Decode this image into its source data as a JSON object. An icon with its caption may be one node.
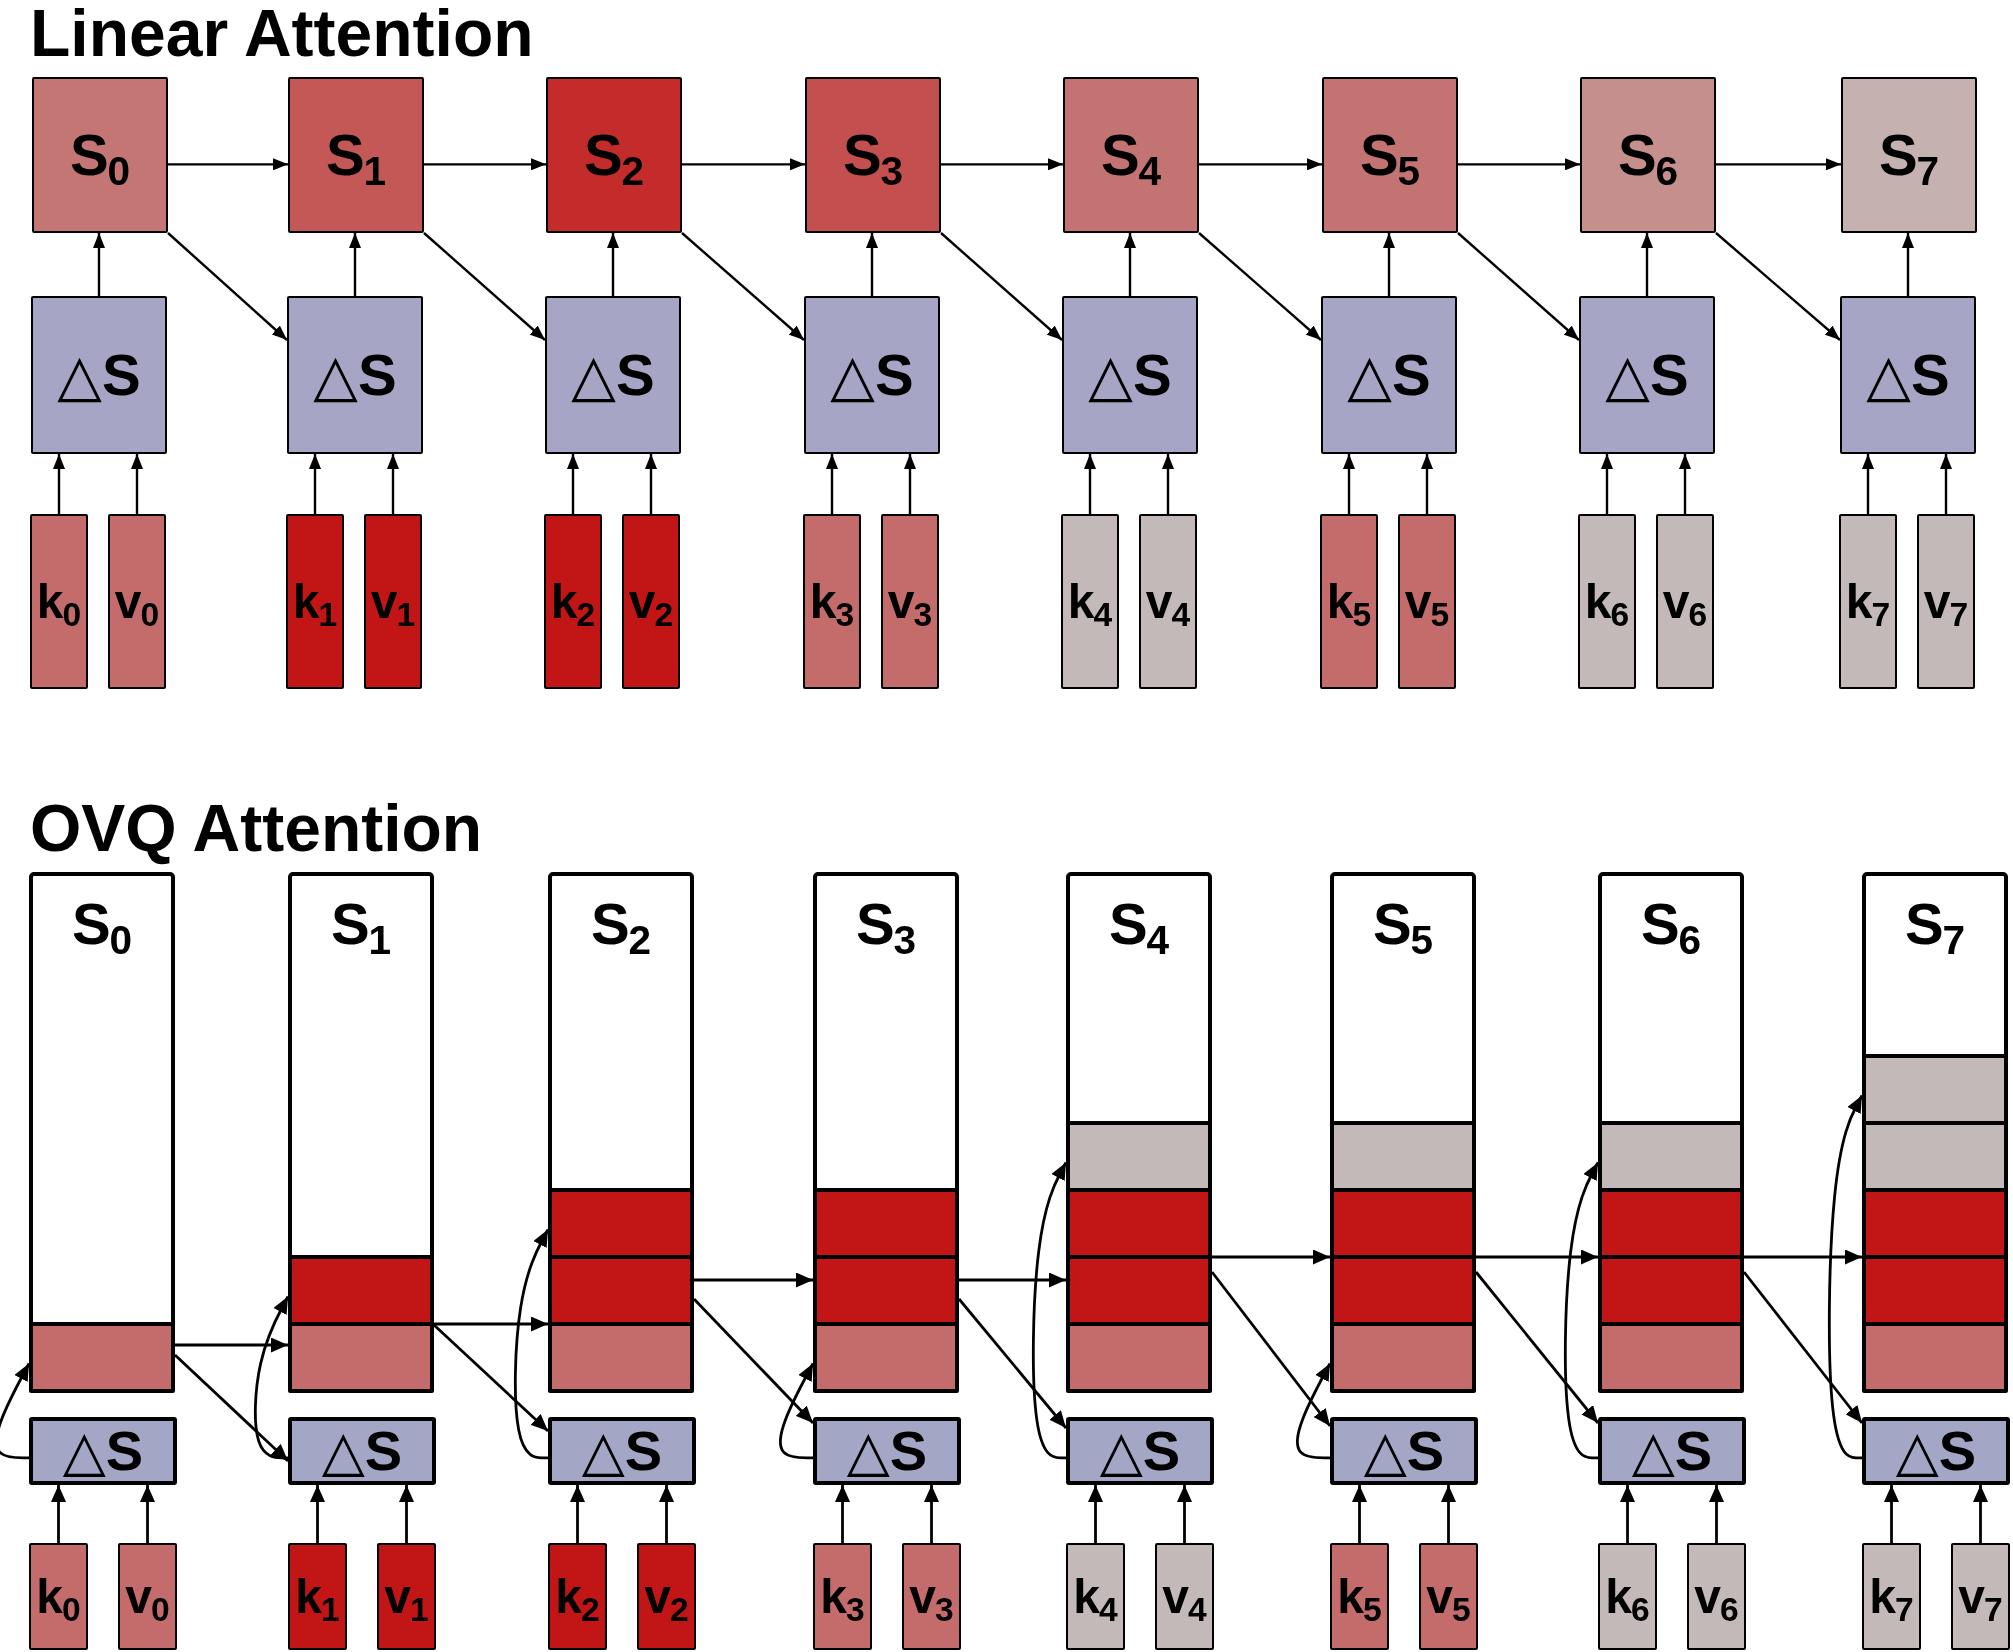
{
  "diagram": {
    "nodes": [
      {
        "text": [
          "S$_{0}$"
        ]
      },
      {
        "text": [
          "S$_{1}$"
        ]
      },
      {
        "text": [
          "S$_{2}$"
        ]
      },
      {
        "text": [
          "S$_{3}$"
        ]
      },
      {
        "text": [
          "S$_{4}$"
        ]
      },
      {
        "text": [
          "S$_{5}$"
        ]
      },
      {
        "text": [
          "S$_{6}$"
        ]
      },
      {
        "text": [
          "S$_{7}$"
        ]
      },
      {
        "text": [
          "△S"
        ]
      },
      {
        "text": [
          "△S"
        ]
      },
      {
        "text": [
          "△S"
        ]
      },
      {
        "text": [
          "△S"
        ]
      },
      {
        "text": [
          "△S"
        ]
      },
      {
        "text": [
          "△S"
        ]
      },
      {
        "text": [
          "△S"
        ]
      },
      {
        "text": [
          "△S"
        ]
      },
      {
        "text": [
          "k$_{0}$"
        ]
      },
      {
        "text": [
          "v$_{0}$"
        ]
      },
      {
        "text": [
          "k$_{1}$"
        ]
      },
      {
        "text": [
          "v$_{1}$"
        ]
      },
      {
        "text": [
          "k$_{2}$"
        ]
      },
      {
        "text": [
          "v$_{2}$"
        ]
      },
      {
        "text": [
          "k$_{3}$"
        ]
      },
      {
        "text": [
          "v$_{3}$"
        ]
      },
      {
        "text": [
          "k$_{4}$"
        ]
      },
      {
        "text": [
          "v$_{4}$"
        ]
      },
      {
        "text": [
          "k$_{5}$"
        ]
      },
      {
        "text": [
          "v$_{5}$"
        ]
      },
      {
        "text": [
          "k$_{6}$"
        ]
      },
      {
        "text": [
          "v$_{6}$"
        ]
      },
      {
        "text": [
          "k$_{7}$"
        ]
      },
      {
        "text": [
          "v$_{7}$"
        ]
      },
      {
        "text": [
          "S$_{0}$"
        ]
      },
      {
        "text": [
          "S$_{1}$"
        ]
      },
      {
        "text": [
          "S$_{2}$"
        ]
      },
      {
        "text": [
          "S$_{3}$"
        ]
      },
      {
        "text": [
          "S$_{4}$"
        ]
      },
      {
        "text": [
          "S$_{5}$"
        ]
      },
      {
        "text": [
          "S$_{6}$"
        ]
      },
      {
        "text": [
          "S$_{7}$"
        ]
      },
      {
        "text": [],
        "shape": "box",
        "in": 32
      },
      {
        "text": [],
        "shape": "box",
        "in": 33
      },
      {
        "text": [],
        "shape": "box",
        "in": 33
      },
      {
        "text": [],
        "shape": "box",
        "in": 34
      },
      {
        "text": [],
        "shape": "box",
        "in": 34
      },
      {
        "text": [],
        "shape": "box",
        "in": 34
      },
      {
        "text": [],
        "shape": "box",
        "in": 35
      },
      {
        "text": [],
        "shape": "box",
        "in": 35
      },
      {
        "text": [],
        "shape": "box",
        "in": 35
      },
      {
        "text": [],
        "shape": "box",
        "in": 36
      },
      {
        "text": [],
        "shape": "box",
        "in": 36
      },
      {
        "text": [],
        "shape": "box",
        "in": 36
      },
      {
        "text": [],
        "shape": "box",
        "in": 36
      },
      {
        "text": [],
        "shape": "box",
        "in": 37
      },
      {
        "text": [],
        "shape": "box",
        "in": 37
      },
      {
        "text": [],
        "shape": "box",
        "in": 37
      },
      {
        "text": [],
        "shape": "box",
        "in": 37
      },
      {
        "text": [],
        "shape": "box",
        "in": 38
      },
      {
        "text": [],
        "shape": "box",
        "in": 38
      },
      {
        "text": [],
        "shape": "box",
        "in": 38
      },
      {
        "text": [],
        "shape": "box",
        "in": 38
      },
      {
        "text": [],
        "shape": "box",
        "in": 39
      },
      {
        "text": [],
        "shape": "box",
        "in": 39
      },
      {
        "text": [],
        "shape": "box",
        "in": 39
      },
      {
        "text": [],
        "shape": "box",
        "in": 39
      },
      {
        "text": [],
        "shape": "box",
        "in": 39
      },
      {
        "text": [
          "△S"
        ]
      },
      {
        "text": [
          "△S"
        ]
      },
      {
        "text": [
          "△S"
        ]
      },
      {
        "text": [
          "△S"
        ]
      },
      {
        "text": [
          "△S"
        ]
      },
      {
        "text": [
          "△S"
        ]
      },
      {
        "text": [
          "△S"
        ]
      },
      {
        "text": [
          "△S"
        ]
      },
      {
        "text": [
          "k$_{0}$"
        ]
      },
      {
        "text": [
          "v$_{0}$"
        ]
      },
      {
        "text": [
          "k$_{1}$"
        ]
      },
      {
        "text": [
          "v$_{1}$"
        ]
      },
      {
        "text": [
          "k$_{2}$"
        ]
      },
      {
        "text": [
          "v$_{2}$"
        ]
      },
      {
        "text": [
          "k$_{3}$"
        ]
      },
      {
        "text": [
          "v$_{3}$"
        ]
      },
      {
        "text": [
          "k$_{4}$"
        ]
      },
      {
        "text": [
          "v$_{4}$"
        ]
      },
      {
        "text": [
          "k$_{5}$"
        ]
      },
      {
        "text": [
          "v$_{5}$"
        ]
      },
      {
        "text": [
          "k$_{6}$"
        ]
      },
      {
        "text": [
          "v$_{6}$"
        ]
      },
      {
        "text": [
          "k$_{7}$"
        ]
      },
      {
        "text": [
          "v$_{7}$"
        ]
      }
    ],
    "edges": [
      {
        "from": 0,
        "to": 1,
        "arrow": "to"
      },
      {
        "from": 1,
        "to": 2,
        "arrow": "to"
      },
      {
        "from": 2,
        "to": 3,
        "arrow": "to"
      },
      {
        "from": 3,
        "to": 4,
        "arrow": "to"
      },
      {
        "from": 4,
        "to": 5,
        "arrow": "to"
      },
      {
        "from": 5,
        "to": 6,
        "arrow": "to"
      },
      {
        "from": 6,
        "to": 7,
        "arrow": "to"
      },
      {
        "from": 0,
        "to": 9,
        "arrow": "to"
      },
      {
        "from": 1,
        "to": 10,
        "arrow": "to"
      },
      {
        "from": 2,
        "to": 11,
        "arrow": "to"
      },
      {
        "from": 3,
        "to": 12,
        "arrow": "to"
      },
      {
        "from": 4,
        "to": 13,
        "arrow": "to"
      },
      {
        "from": 5,
        "to": 14,
        "arrow": "to"
      },
      {
        "from": 6,
        "to": 15,
        "arrow": "to"
      },
      {
        "from": 8,
        "to": 0,
        "arrow": "to"
      },
      {
        "from": 9,
        "to": 1,
        "arrow": "to"
      },
      {
        "from": 10,
        "to": 2,
        "arrow": "to"
      },
      {
        "from": 11,
        "to": 3,
        "arrow": "to"
      },
      {
        "from": 12,
        "to": 4,
        "arrow": "to"
      },
      {
        "from": 13,
        "to": 5,
        "arrow": "to"
      },
      {
        "from": 14,
        "to": 6,
        "arrow": "to"
      },
      {
        "from": 15,
        "to": 7,
        "arrow": "to"
      },
      {
        "from": 16,
        "to": 8,
        "arrow": "to"
      },
      {
        "from": 17,
        "to": 8,
        "arrow": "to"
      },
      {
        "from": 18,
        "to": 9,
        "arrow": "to"
      },
      {
        "from": 19,
        "to": 9,
        "arrow": "to"
      },
      {
        "from": 20,
        "to": 10,
        "arrow": "to"
      },
      {
        "from": 21,
        "to": 10,
        "arrow": "to"
      },
      {
        "from": 22,
        "to": 11,
        "arrow": "to"
      },
      {
        "from": 23,
        "to": 11,
        "arrow": "to"
      },
      {
        "from": 24,
        "to": 12,
        "arrow": "to"
      },
      {
        "from": 25,
        "to": 12,
        "arrow": "to"
      },
      {
        "from": 26,
        "to": 13,
        "arrow": "to"
      },
      {
        "from": 27,
        "to": 13,
        "arrow": "to"
      },
      {
        "from": 28,
        "to": 14,
        "arrow": "to"
      },
      {
        "from": 29,
        "to": 14,
        "arrow": "to"
      },
      {
        "from": 30,
        "to": 15,
        "arrow": "to"
      },
      {
        "from": 31,
        "to": 15,
        "arrow": "to"
      },
      {
        "from": 32,
        "to": 33,
        "arrow": "to"
      },
      {
        "from": 33,
        "to": 34,
        "arrow": "to"
      },
      {
        "from": 34,
        "to": 35,
        "arrow": "to"
      },
      {
        "from": 35,
        "to": 36,
        "arrow": "to"
      },
      {
        "from": 36,
        "to": 37,
        "arrow": "to"
      },
      {
        "from": 37,
        "to": 38,
        "arrow": "to"
      },
      {
        "from": 38,
        "to": 39,
        "arrow": "to"
      },
      {
        "from": 32,
        "to": 67,
        "arrow": "to"
      },
      {
        "from": 33,
        "to": 68,
        "arrow": "to"
      },
      {
        "from": 34,
        "to": 69,
        "arrow": "to"
      },
      {
        "from": 35,
        "to": 70,
        "arrow": "to"
      },
      {
        "from": 36,
        "to": 71,
        "arrow": "to"
      },
      {
        "from": 37,
        "to": 72,
        "arrow": "to"
      },
      {
        "from": 38,
        "to": 73,
        "arrow": "to"
      },
      {
        "from": 66,
        "to": 40,
        "arrow": "to"
      },
      {
        "from": 67,
        "to": 41,
        "arrow": "to"
      },
      {
        "from": 68,
        "to": 43,
        "arrow": "to"
      },
      {
        "from": 69,
        "to": 48,
        "arrow": "to"
      },
      {
        "from": 70,
        "to": 49,
        "arrow": "to"
      },
      {
        "from": 71,
        "to": 56,
        "arrow": "to"
      },
      {
        "from": 72,
        "to": 57,
        "arrow": "to"
      },
      {
        "from": 73,
        "to": 61,
        "arrow": "to"
      },
      {
        "from": 74,
        "to": 66,
        "arrow": "to"
      },
      {
        "from": 75,
        "to": 66,
        "arrow": "to"
      },
      {
        "from": 76,
        "to": 67,
        "arrow": "to"
      },
      {
        "from": 77,
        "to": 67,
        "arrow": "to"
      },
      {
        "from": 78,
        "to": 68,
        "arrow": "to"
      },
      {
        "from": 79,
        "to": 68,
        "arrow": "to"
      },
      {
        "from": 80,
        "to": 69,
        "arrow": "to"
      },
      {
        "from": 81,
        "to": 69,
        "arrow": "to"
      },
      {
        "from": 82,
        "to": 70,
        "arrow": "to"
      },
      {
        "from": 83,
        "to": 70,
        "arrow": "to"
      },
      {
        "from": 84,
        "to": 71,
        "arrow": "to"
      },
      {
        "from": 85,
        "to": 71,
        "arrow": "to"
      },
      {
        "from": 86,
        "to": 72,
        "arrow": "to"
      },
      {
        "from": 87,
        "to": 72,
        "arrow": "to"
      },
      {
        "from": 88,
        "to": 73,
        "arrow": "to"
      },
      {
        "from": 89,
        "to": 73,
        "arrow": "to"
      }
    ],
    "labels": [
      "Linear Attention",
      "OVQ Attention"
    ]
  }
}
